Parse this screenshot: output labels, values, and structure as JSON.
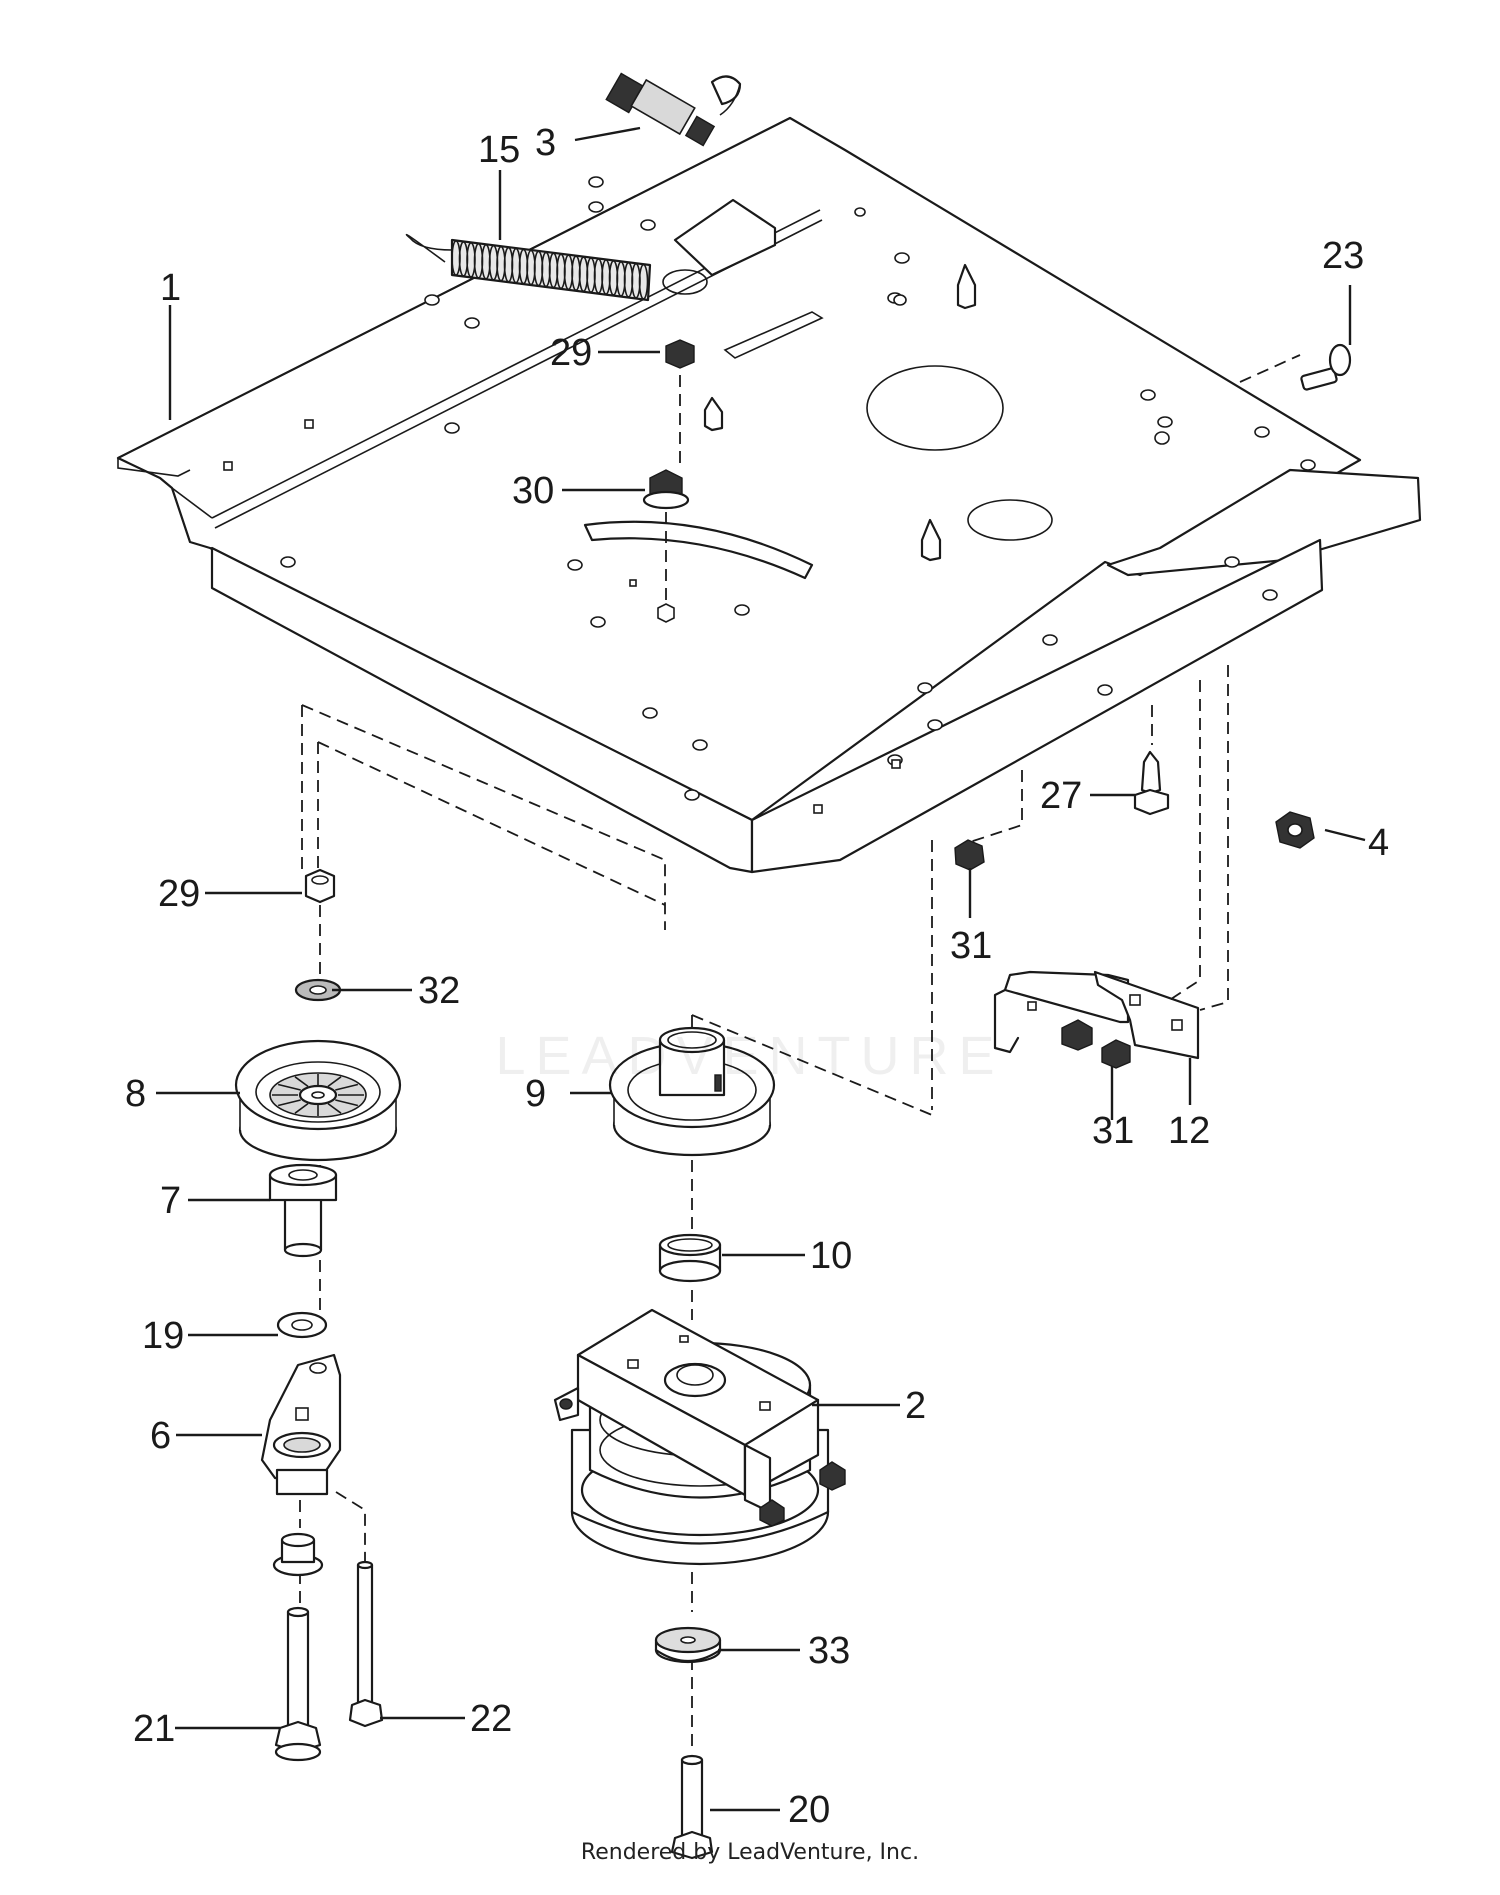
{
  "diagram": {
    "callouts": [
      "1",
      "2",
      "3",
      "4",
      "6",
      "7",
      "8",
      "9",
      "10",
      "12",
      "15",
      "19",
      "20",
      "21",
      "22",
      "23",
      "27",
      "29",
      "29",
      "30",
      "31",
      "31",
      "32",
      "33"
    ]
  },
  "watermark": {
    "text": "LEADVENTURE"
  },
  "footer": {
    "text": "Rendered by LeadVenture, Inc."
  }
}
